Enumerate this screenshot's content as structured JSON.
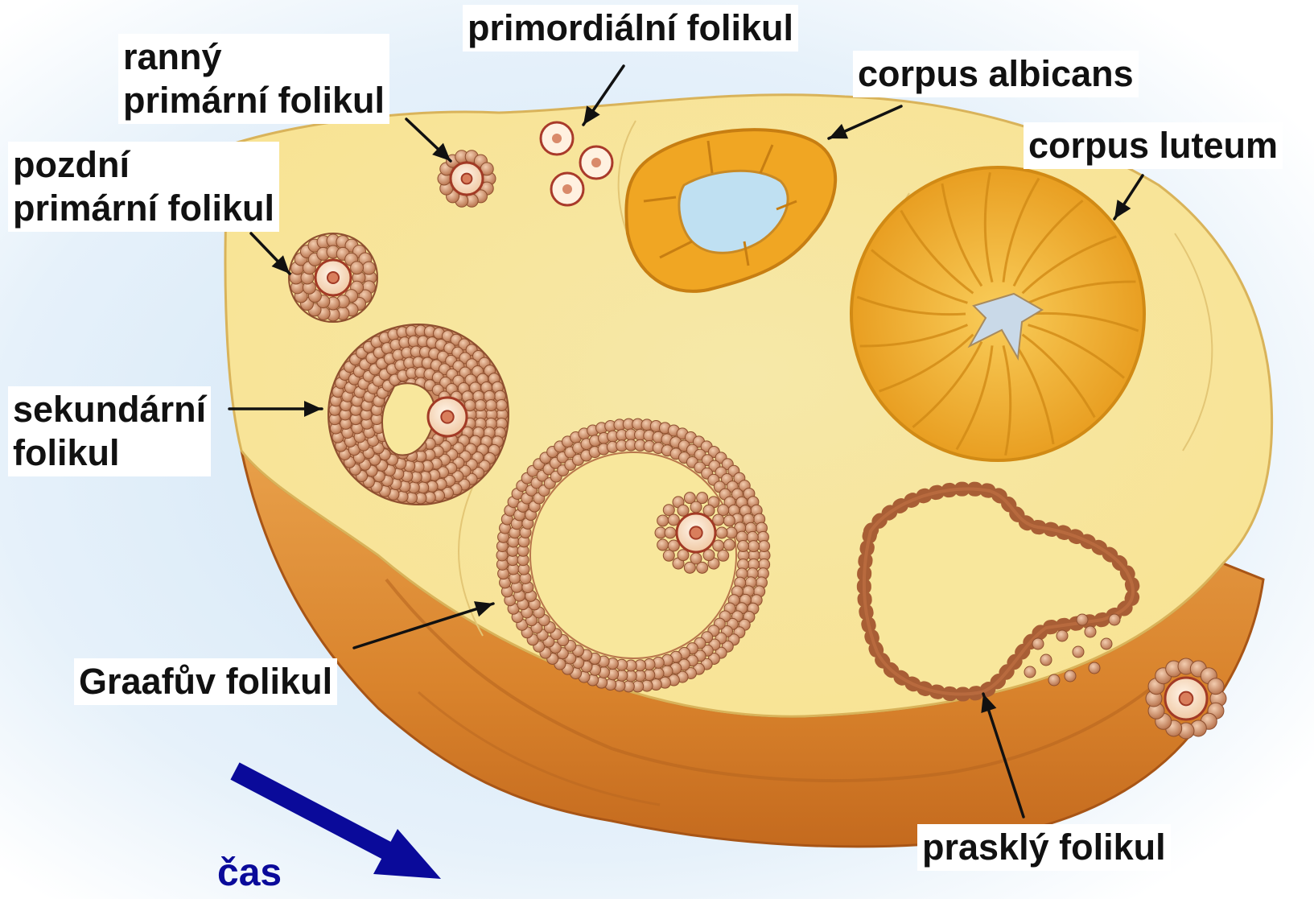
{
  "labels": {
    "primordial": "primordiální folikul",
    "early_primary": "ranný\nprimární folikul",
    "late_primary": "pozdní\nprimární folikul",
    "secondary": "sekundární\nfolikul",
    "graafian": "Graafův folikul",
    "corpus_albicans": "corpus albicans",
    "corpus_luteum": "corpus luteum",
    "ruptured": "prasklý folikul",
    "time": "čas"
  },
  "colors": {
    "stroma": "#f8e79c",
    "ovary_rim": "#e0913a",
    "follicle_cell": "#c98a62",
    "corpus": "#f2b12c",
    "time_arrow": "#0a0a9a",
    "label_text": "#111111"
  }
}
